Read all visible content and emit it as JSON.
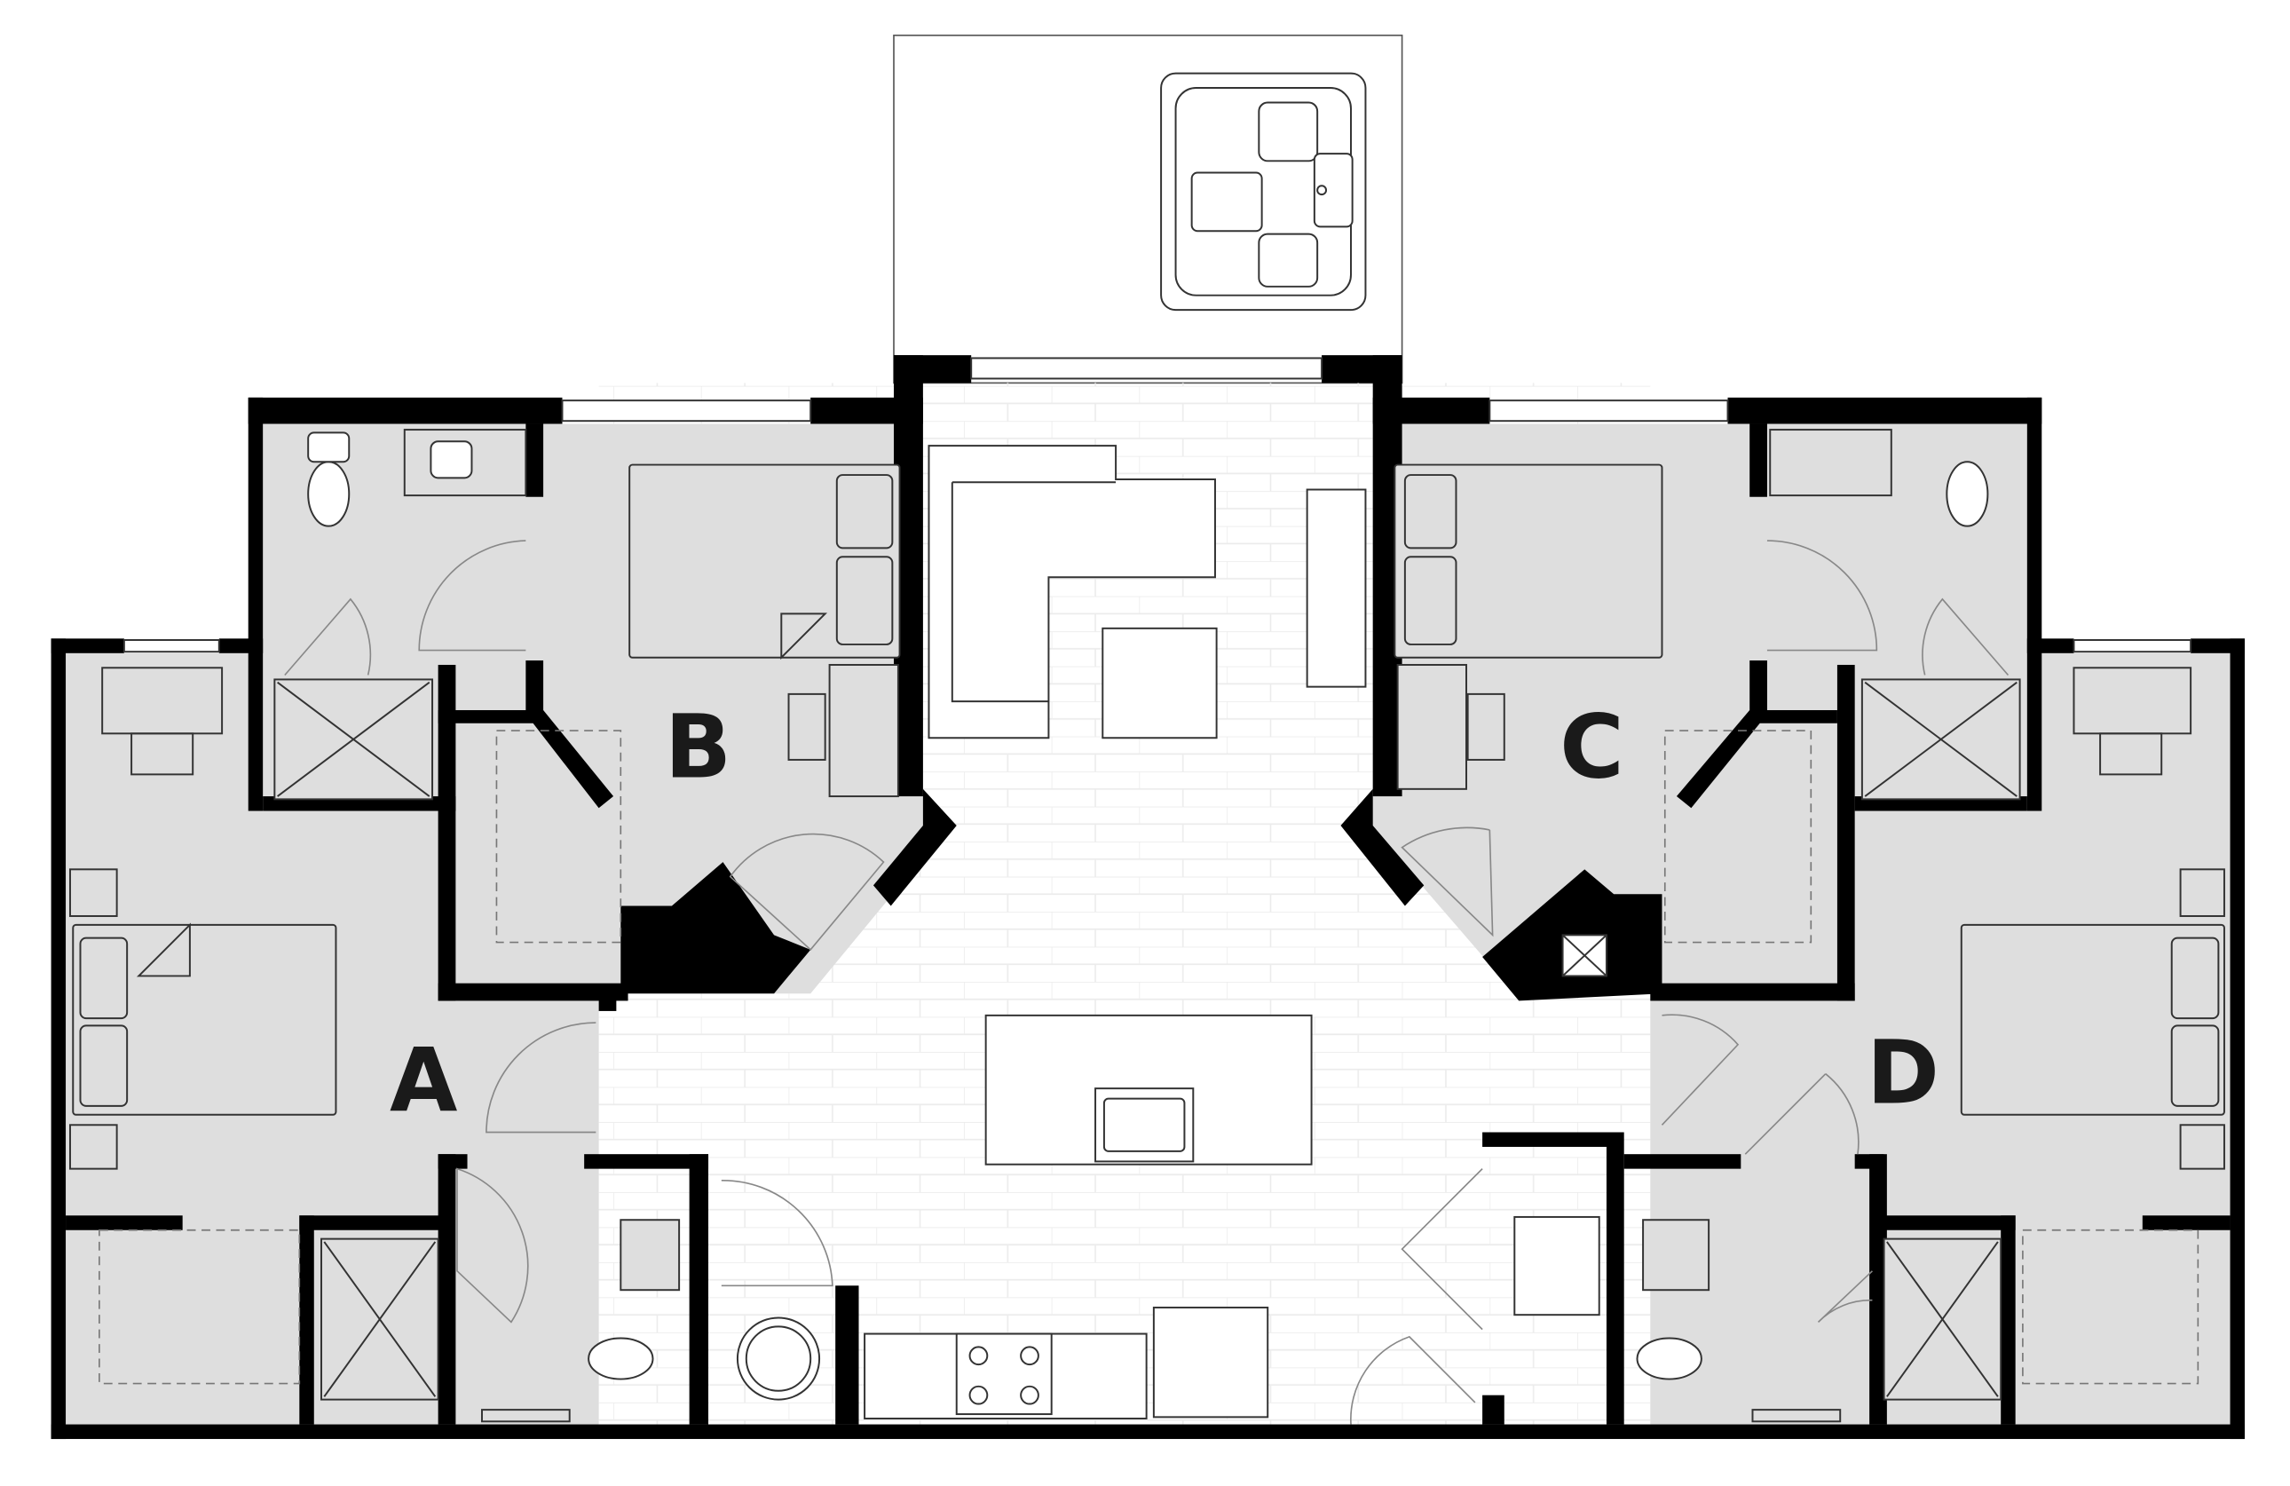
{
  "rooms": [
    {
      "label": "A"
    },
    {
      "label": "B"
    },
    {
      "label": "C"
    },
    {
      "label": "D"
    }
  ],
  "colors": {
    "wall": "#000000",
    "bedroom_fill": "#dedede",
    "common_fill": "#ffffff"
  }
}
